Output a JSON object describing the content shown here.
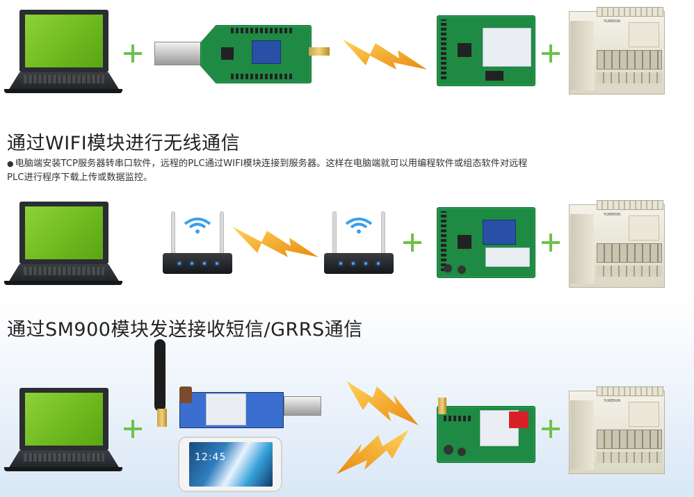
{
  "section_wifi": {
    "heading": "通过WIFI模块进行无线通信",
    "bullet": "●",
    "description_line1": "电脑端安装TCP服务器转串口软件，远程的PLC通过WIFI模块连接到服务器。这样在电脑端就可以用编程软件或组态软件对远程",
    "description_line2": "PLC进行程序下载上传或数据监控。"
  },
  "section_sm900": {
    "heading": "通过SM900模块发送接收短信/GRRS通信"
  },
  "labels": {
    "plc_brand": "YUKERUN",
    "phone_time": "12:45"
  },
  "icons": {
    "plus_color": "#6cc24a",
    "bolt_color": "#f5a623",
    "laptop_screen_color": "#7cc42b",
    "pcb_color": "#1e8a43"
  }
}
